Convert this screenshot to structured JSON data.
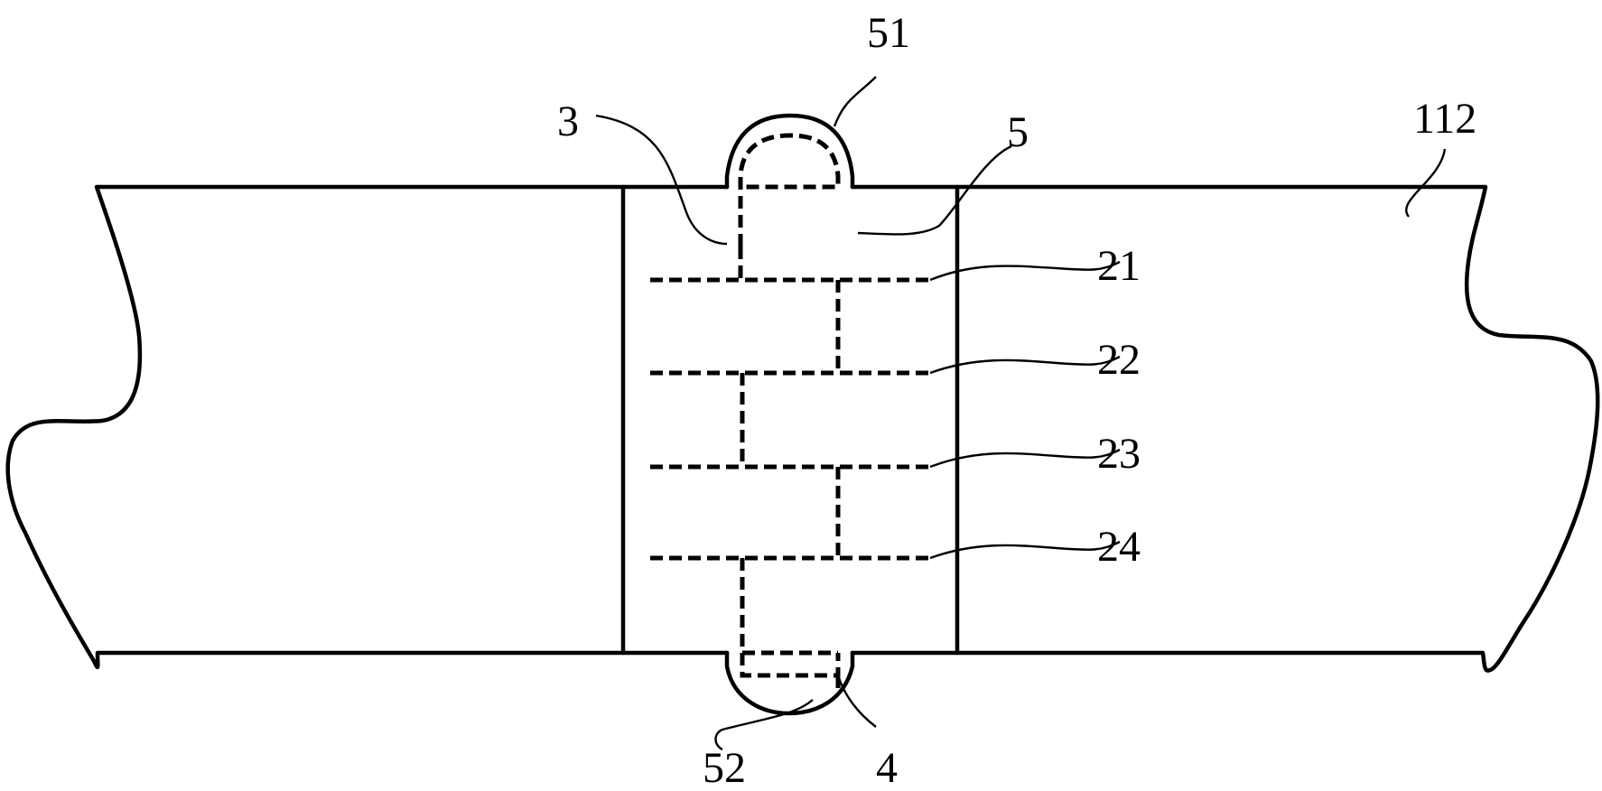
{
  "diagram": {
    "labels": {
      "label_51": "51",
      "label_3": "3",
      "label_5": "5",
      "label_112": "112",
      "label_21": "21",
      "label_22": "22",
      "label_23": "23",
      "label_24": "24",
      "label_52": "52",
      "label_4": "4"
    }
  }
}
